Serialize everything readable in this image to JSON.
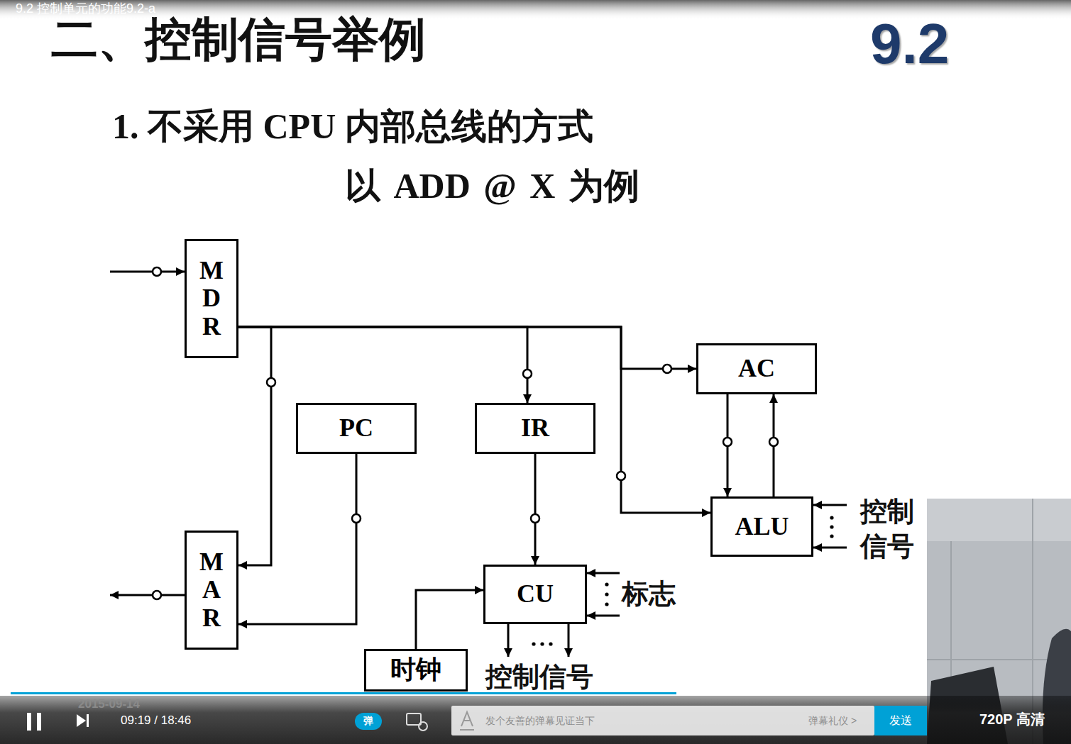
{
  "diagram": {
    "title": "二、控制信号举例",
    "nodes": [
      {
        "text": [
          "MDR"
        ]
      },
      {
        "text": [
          "AC"
        ]
      },
      {
        "text": [
          "PC"
        ]
      },
      {
        "text": [
          "IR"
        ]
      },
      {
        "text": [
          "ALU"
        ]
      },
      {
        "text": [
          "MAR"
        ]
      },
      {
        "text": [
          "CU"
        ]
      },
      {
        "text": [
          "时钟"
        ]
      }
    ],
    "edges": [
      {
        "from": 0,
        "to": 5,
        "arrow": "to"
      },
      {
        "from": 0,
        "to": 3,
        "arrow": "to"
      },
      {
        "from": 0,
        "to": 1,
        "arrow": "to"
      },
      {
        "from": 0,
        "to": 4,
        "arrow": "to"
      },
      {
        "from": 2,
        "to": 5,
        "arrow": "to"
      },
      {
        "from": 3,
        "to": 6,
        "arrow": "to"
      },
      {
        "from": 1,
        "to": 4,
        "arrow": "to"
      },
      {
        "from": 4,
        "to": 1,
        "arrow": "to"
      },
      {
        "from": 7,
        "to": 6,
        "arrow": "to"
      }
    ],
    "labels": [
      "9.2 控制单元的功能9.2-a",
      "9.2",
      "1. 不采用 CPU 内部总线的方式",
      "以 ADD @ X 为例",
      "控制信号",
      "标志",
      "控制信号",
      "2015-09-14",
      "09:19 / 18:46",
      "弹",
      "发个友善的弹幕见证当下",
      "弹幕礼仪 >",
      "发送",
      "720P 高清"
    ]
  }
}
